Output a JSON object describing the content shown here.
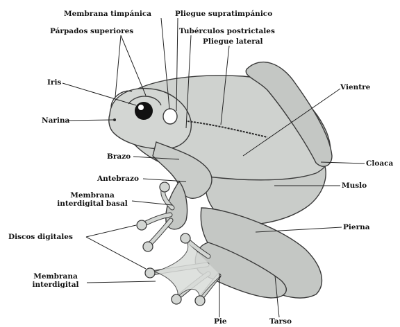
{
  "diagram": {
    "labels": {
      "membrana_timpanica": "Membrana timpánica",
      "pliegue_supratimpanico": "Pliegue supratimpánico",
      "parpados_superiores": "Párpados superiores",
      "tuberculos_postrictales": "Tubérculos postrictales",
      "pliegue_lateral": "Pliegue lateral",
      "iris": "Iris",
      "vientre": "Vientre",
      "narina": "Narina",
      "brazo": "Brazo",
      "cloaca": "Cloaca",
      "antebrazo": "Antebrazo",
      "muslo": "Muslo",
      "membrana_basal_1": "Membrana",
      "membrana_basal_2": "interdigital basal",
      "discos_digitales": "Discos digitales",
      "pierna": "Pierna",
      "membrana_interdigital_1": "Membrana",
      "membrana_interdigital_2": "interdigital",
      "pie": "Pie",
      "tarso": "Tarso"
    },
    "colors": {
      "body_fill": "#c9ccc9",
      "outline": "#3a3a3a",
      "eye": "#111111",
      "text": "#111111"
    }
  }
}
